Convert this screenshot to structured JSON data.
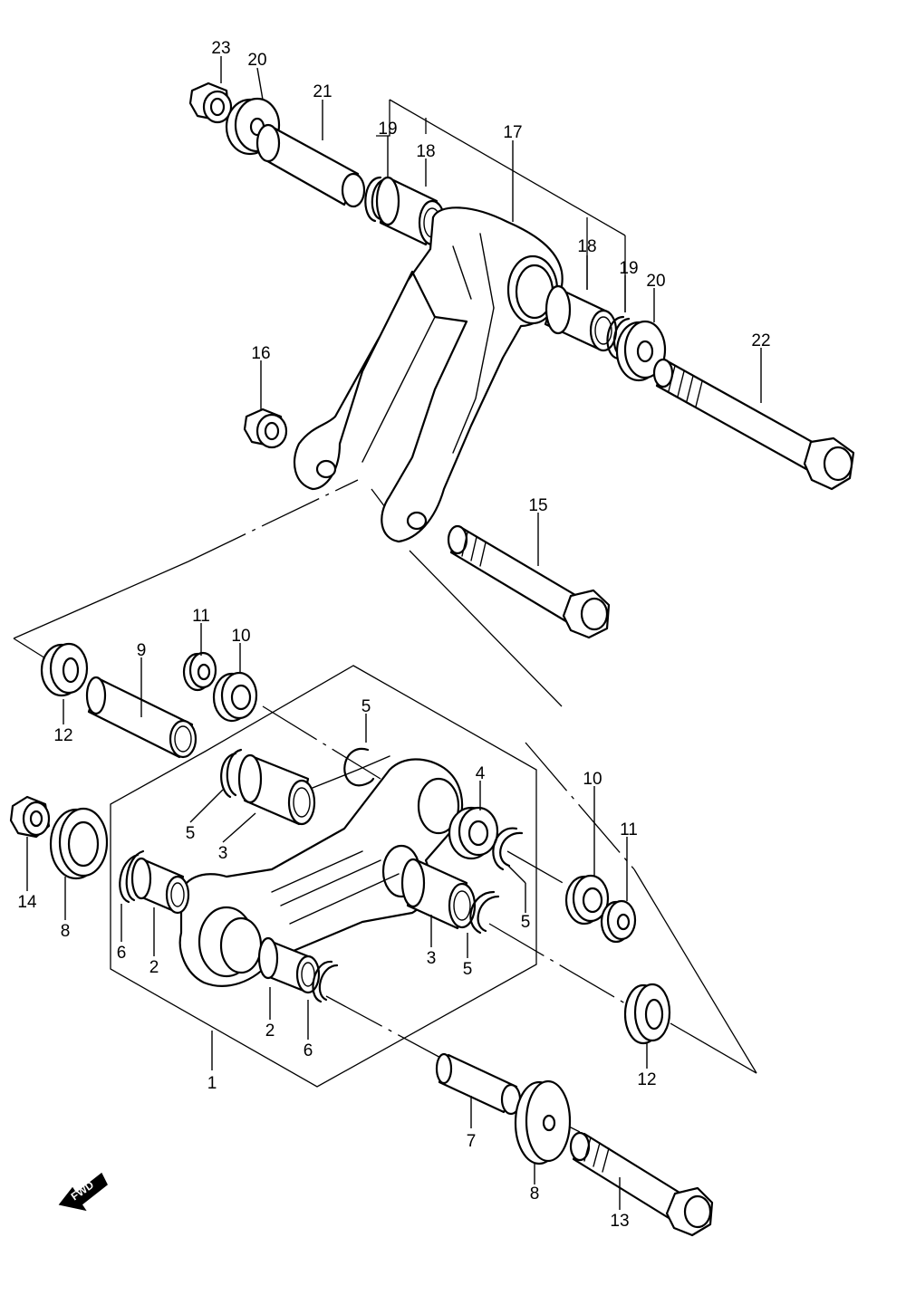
{
  "diagram": {
    "callouts": [
      {
        "id": "c23",
        "label": "23"
      },
      {
        "id": "c20a",
        "label": "20"
      },
      {
        "id": "c21",
        "label": "21"
      },
      {
        "id": "c19a",
        "label": "19"
      },
      {
        "id": "c18a",
        "label": "18"
      },
      {
        "id": "c17",
        "label": "17"
      },
      {
        "id": "c18b",
        "label": "18"
      },
      {
        "id": "c19b",
        "label": "19"
      },
      {
        "id": "c20b",
        "label": "20"
      },
      {
        "id": "c22",
        "label": "22"
      },
      {
        "id": "c16",
        "label": "16"
      },
      {
        "id": "c15",
        "label": "15"
      },
      {
        "id": "c11a",
        "label": "11"
      },
      {
        "id": "c10a",
        "label": "10"
      },
      {
        "id": "c9",
        "label": "9"
      },
      {
        "id": "c12a",
        "label": "12"
      },
      {
        "id": "c5a",
        "label": "5"
      },
      {
        "id": "c4",
        "label": "4"
      },
      {
        "id": "c5b",
        "label": "5"
      },
      {
        "id": "c3a",
        "label": "3"
      },
      {
        "id": "c10b",
        "label": "10"
      },
      {
        "id": "c11b",
        "label": "11"
      },
      {
        "id": "c14",
        "label": "14"
      },
      {
        "id": "c8a",
        "label": "8"
      },
      {
        "id": "c5c",
        "label": "5"
      },
      {
        "id": "c6a",
        "label": "6"
      },
      {
        "id": "c2a",
        "label": "2"
      },
      {
        "id": "c3b",
        "label": "3"
      },
      {
        "id": "c5d",
        "label": "5"
      },
      {
        "id": "c2b",
        "label": "2"
      },
      {
        "id": "c6b",
        "label": "6"
      },
      {
        "id": "c12b",
        "label": "12"
      },
      {
        "id": "c1",
        "label": "1"
      },
      {
        "id": "c7",
        "label": "7"
      },
      {
        "id": "c8b",
        "label": "8"
      },
      {
        "id": "c13",
        "label": "13"
      }
    ],
    "fwd_badge": {
      "label": "FWD",
      "icon": "fwd-arrow-icon"
    }
  }
}
